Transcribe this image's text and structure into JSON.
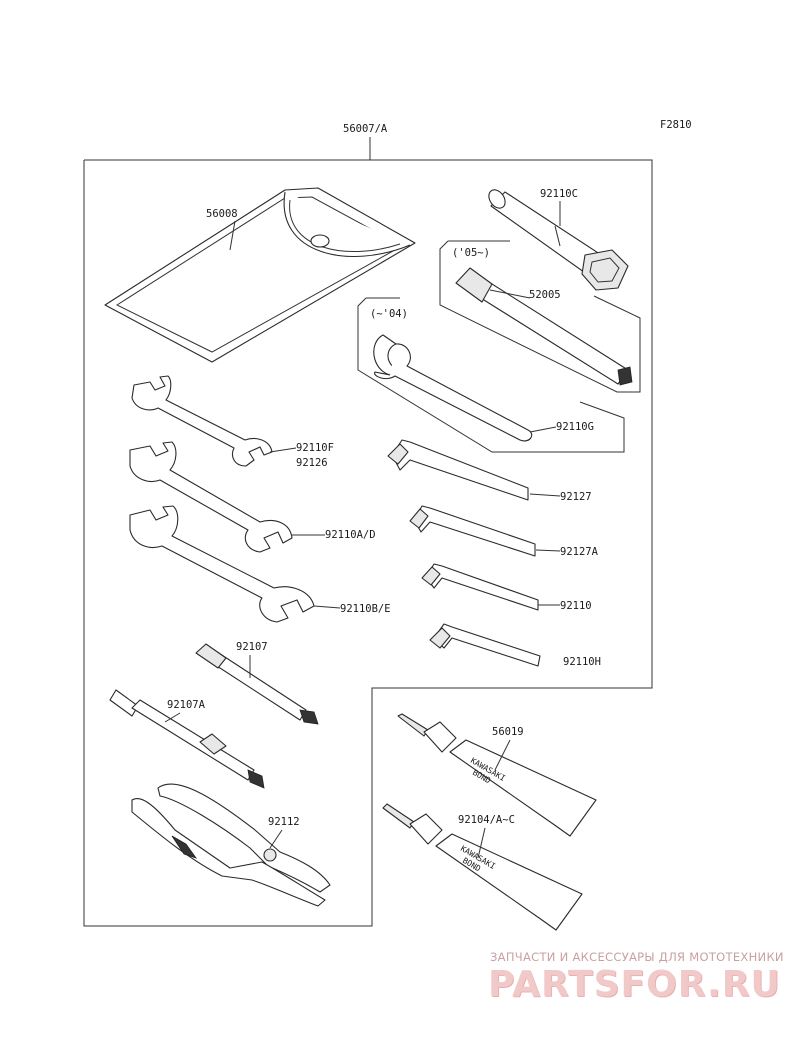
{
  "figure_code": "F2810",
  "labels": {
    "kit": "56007/A",
    "pouch": "56008",
    "plug_wrench": "92110C",
    "note_05": "('05~)",
    "screwdriver_05": "52005",
    "note_04": "(~'04)",
    "spanner_g": "92110G",
    "wrench_f": "92110F",
    "wrench_f2": "92126",
    "wrench_ad": "92110A/D",
    "wrench_be": "92110B/E",
    "hex_92127": "92127",
    "hex_92127a": "92127A",
    "hex_92110": "92110",
    "hex_92110h": "92110H",
    "driver_92107": "92107",
    "driver_92107a": "92107A",
    "pliers": "92112",
    "bond_56019": "56019",
    "bond_92104": "92104/A~C"
  },
  "tube_print": {
    "line1": "KAWASAKI",
    "line2": "BOND"
  },
  "watermark": {
    "caption": "ЗАПЧАСТИ И АКСЕССУАРЫ ДЛЯ МОТОТЕХНИКИ",
    "logo": "PARTSFOR.RU"
  }
}
